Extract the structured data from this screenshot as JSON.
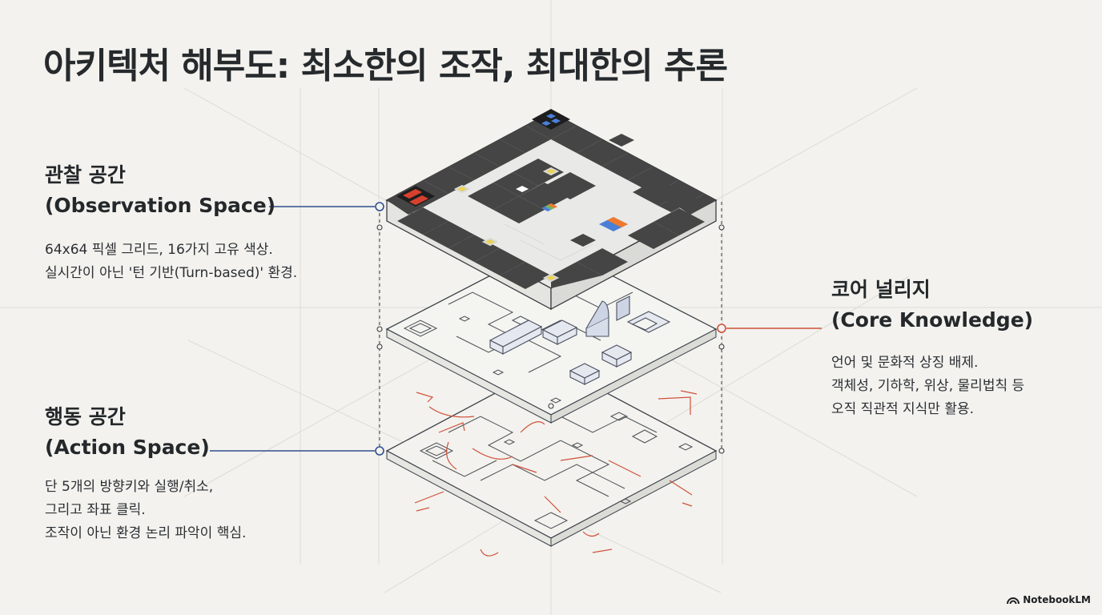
{
  "title": "아키텍처 해부도: 최소한의 조작, 최대한의 추론",
  "observation": {
    "heading_ko": "관찰 공간",
    "heading_en": "(Observation Space)",
    "lines": [
      "64x64 픽셀 그리드, 16가지 고유 색상.",
      "실시간이 아닌 '턴 기반(Turn-based)' 환경."
    ]
  },
  "action": {
    "heading_ko": "행동 공간",
    "heading_en": "(Action Space)",
    "lines": [
      "단 5개의 방향키와 실행/취소,",
      "그리고 좌표 클릭.",
      "조작이 아닌 환경 논리 파악이 핵심."
    ]
  },
  "core": {
    "heading_ko": "코어 널리지",
    "heading_en": "(Core Knowledge)",
    "lines": [
      "언어 및 문화적 상징 배제.",
      "객체성, 기하학, 위상, 물리법칙 등",
      "오직 직관적 지식만 활용."
    ]
  },
  "brand": "NotebookLM",
  "colors": {
    "accent_blue": "#2f4f8f",
    "accent_red": "#d0513a",
    "grid_dark": "#454545",
    "grid_light": "#e9e9e7",
    "block_red": "#d9412f",
    "block_blue": "#4a7fd8",
    "block_orange": "#ef7a2e",
    "block_yellow": "#ecd24e"
  },
  "icons": [
    "notebooklm-logo-icon"
  ]
}
